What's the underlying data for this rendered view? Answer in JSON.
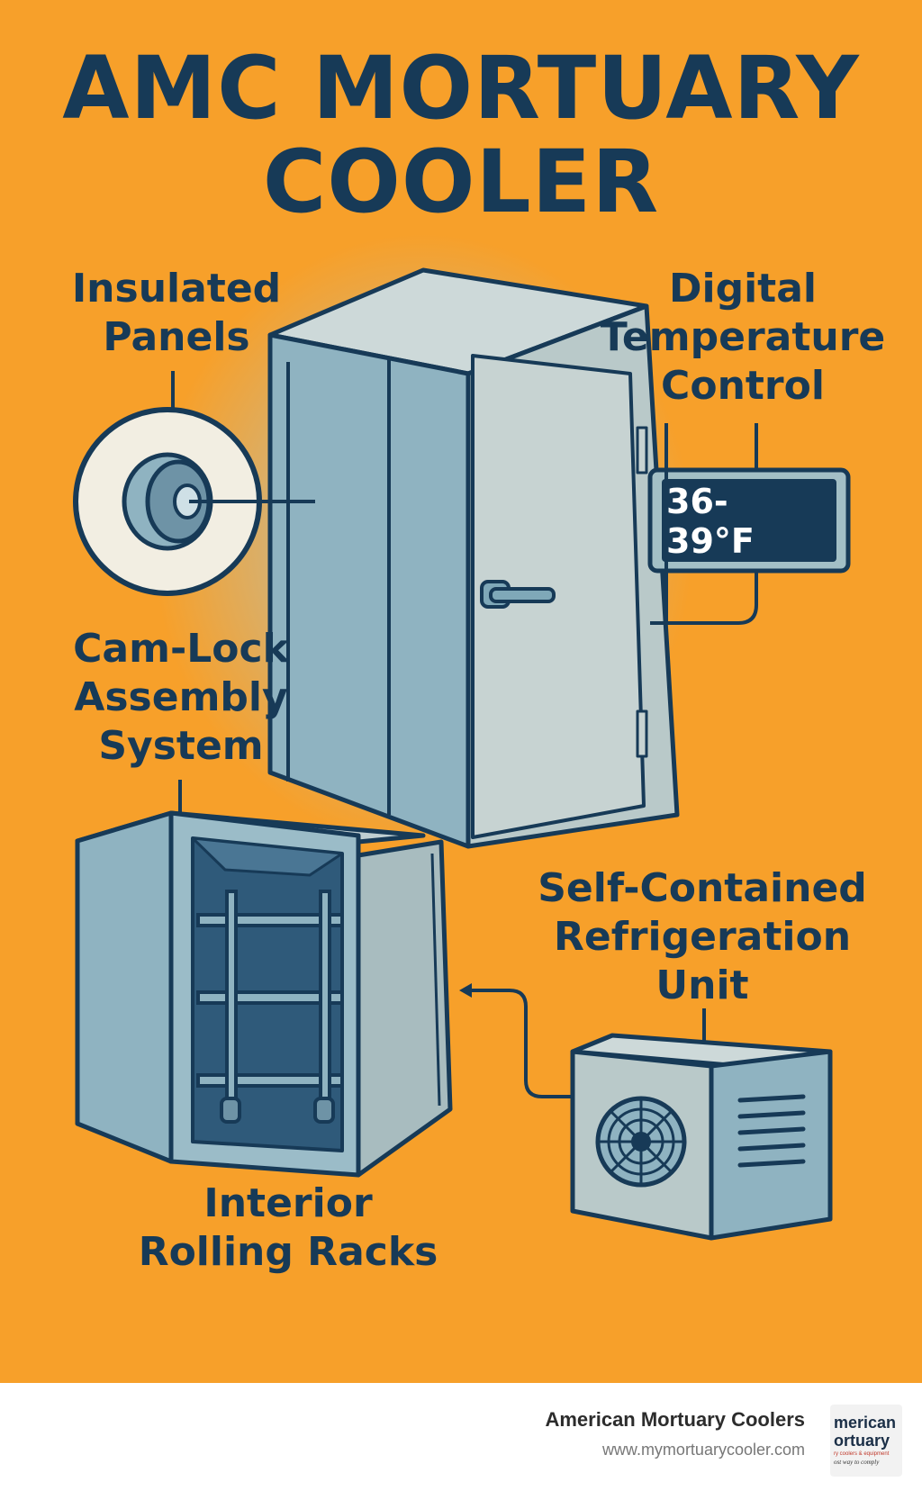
{
  "title": {
    "line1": "AMC MORTUARY",
    "line2": "COOLER"
  },
  "labels": {
    "insulated_panels": [
      "Insulated",
      "Panels"
    ],
    "digital_temperature_control": [
      "Digital",
      "Temperature",
      "Control"
    ],
    "cam_lock": [
      "Cam-Lock",
      "Assembly",
      "System"
    ],
    "refrigeration": [
      "Self-Contained",
      "Refrigeration",
      "Unit"
    ],
    "rolling_racks": [
      "Interior",
      "Rolling Racks"
    ]
  },
  "temperature_display": "36-39°F",
  "footer": {
    "brand_name": "American Mortuary Coolers",
    "url": "www.mymortuarycooler.com",
    "logo": {
      "line1": "merican",
      "line2": "ortuary",
      "line3": "ry coolers & equipment",
      "line4": "ost way to comply"
    }
  },
  "colors": {
    "background": "#f7a02a",
    "ink": "#173a57",
    "panel_light": "#b9c9c9",
    "panel_blue": "#8fb3c1",
    "display_bg": "#173a57"
  },
  "icons": [
    "insulated-panel-icon",
    "fan-icon",
    "door-handle-icon",
    "rolling-rack-icon"
  ]
}
